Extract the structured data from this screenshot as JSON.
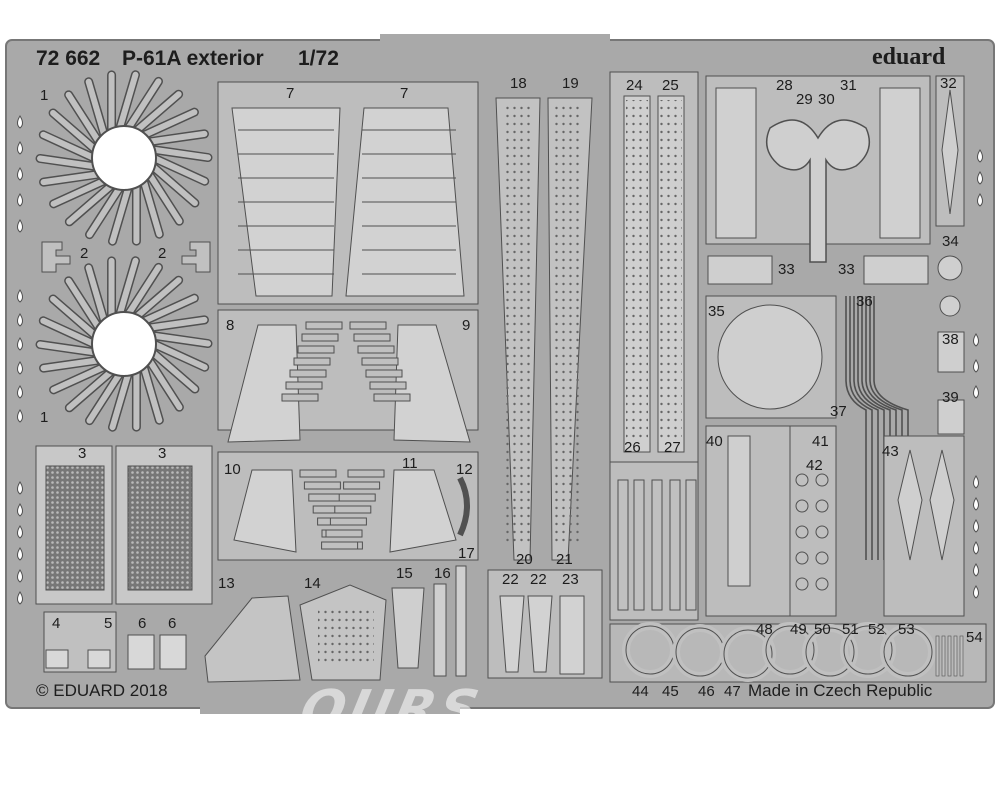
{
  "sheet": {
    "code": "72 662",
    "name": "P-61A exterior",
    "scale": "1/72",
    "brand": "eduard",
    "copyright": "© EDUARD 2018",
    "origin": "Made in Czech Republic",
    "watermark": "OURS MODEL"
  },
  "colors": {
    "metal": "#a9a9a9",
    "part": "#c0c0c0",
    "outline": "#505050",
    "text": "#1d1d1d",
    "background": "#ffffff"
  },
  "part_labels": {
    "p1a": "1",
    "p1b": "1",
    "p2a": "2",
    "p2b": "2",
    "p3a": "3",
    "p3b": "3",
    "p4": "4",
    "p5": "5",
    "p6a": "6",
    "p6b": "6",
    "p7a": "7",
    "p7b": "7",
    "p8": "8",
    "p9": "9",
    "p10": "10",
    "p11": "11",
    "p12": "12",
    "p13": "13",
    "p14": "14",
    "p15": "15",
    "p16": "16",
    "p17": "17",
    "p18": "18",
    "p19": "19",
    "p20": "20",
    "p21": "21",
    "p22a": "22",
    "p22b": "22",
    "p23": "23",
    "p24": "24",
    "p25": "25",
    "p26": "26",
    "p27": "27",
    "p28": "28",
    "p29": "29",
    "p30": "30",
    "p31": "31",
    "p32": "32",
    "p33a": "33",
    "p33b": "33",
    "p34": "34",
    "p35": "35",
    "p36": "36",
    "p37": "37",
    "p38": "38",
    "p39": "39",
    "p40": "40",
    "p41": "41",
    "p42": "42",
    "p43": "43",
    "p44": "44",
    "p45": "45",
    "p46": "46",
    "p47": "47",
    "p48": "48",
    "p49": "49",
    "p50": "50",
    "p51": "51",
    "p52": "52",
    "p53": "53",
    "p54": "54"
  }
}
